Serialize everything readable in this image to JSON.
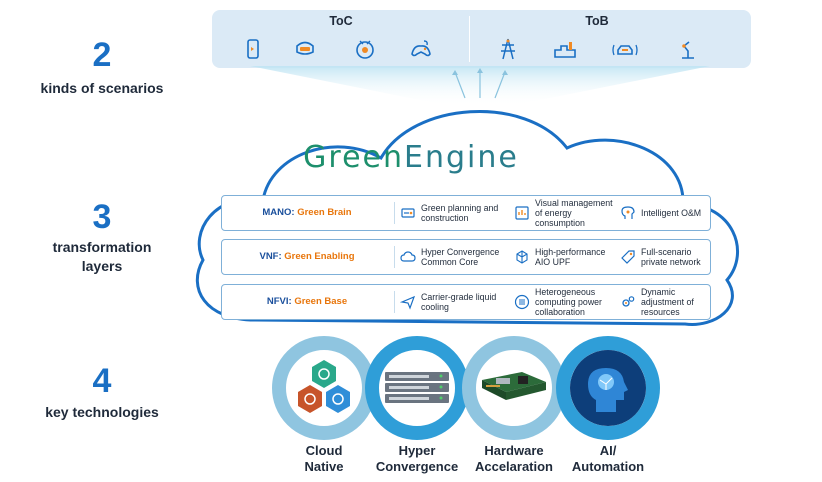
{
  "left": {
    "scenarios": {
      "number": "2",
      "caption": "kinds of scenarios"
    },
    "layers": {
      "number": "3",
      "caption_line1": "transformation",
      "caption_line2": "layers"
    },
    "technologies": {
      "number": "4",
      "caption": "key technologies"
    }
  },
  "scenarios": {
    "toc_title": "ToC",
    "tob_title": "ToB",
    "toc_icons": [
      "smartphone-icon",
      "vr-headset-icon",
      "robot-vacuum-icon",
      "gamepad-icon"
    ],
    "tob_icons": [
      "power-tower-icon",
      "factory-icon",
      "connected-car-icon",
      "robot-arm-icon"
    ]
  },
  "brand": {
    "first": "Green",
    "second": "Engine"
  },
  "layers": [
    {
      "name_prefix": "MANO:",
      "name_accent": "Green Brain",
      "caps": [
        {
          "icon": "blueprint-icon",
          "text": "Green planning and construction"
        },
        {
          "icon": "dashboard-icon",
          "text": "Visual management of energy consumption"
        },
        {
          "icon": "brain-icon",
          "text": "Intelligent O&M"
        }
      ]
    },
    {
      "name_prefix": "VNF:",
      "name_accent": "Green Enabling",
      "caps": [
        {
          "icon": "cloud-icon",
          "text": "Hyper Convergence Common Core"
        },
        {
          "icon": "cube-icon",
          "text": "High-performance AIO UPF"
        },
        {
          "icon": "tag-icon",
          "text": "Full-scenario private network"
        }
      ]
    },
    {
      "name_prefix": "NFVI:",
      "name_accent": "Green Base",
      "caps": [
        {
          "icon": "paper-plane-icon",
          "text": "Carrier-grade liquid cooling"
        },
        {
          "icon": "list-icon",
          "text": "Heterogeneous computing power collaboration"
        },
        {
          "icon": "gears-icon",
          "text": "Dynamic adjustment of resources"
        }
      ]
    }
  ],
  "technologies": [
    {
      "line1": "Cloud",
      "line2": "Native"
    },
    {
      "line1": "Hyper",
      "line2": "Convergence"
    },
    {
      "line1": "Hardware",
      "line2": "Accelaration"
    },
    {
      "line1": "AI/",
      "line2": "Automation"
    }
  ],
  "colors": {
    "accent_blue": "#1a6fc4",
    "accent_orange": "#e8760c",
    "ring_light": "#8fc5e0",
    "ring_dark": "#2f9ed8",
    "brand_green": "#1d8f6c"
  }
}
